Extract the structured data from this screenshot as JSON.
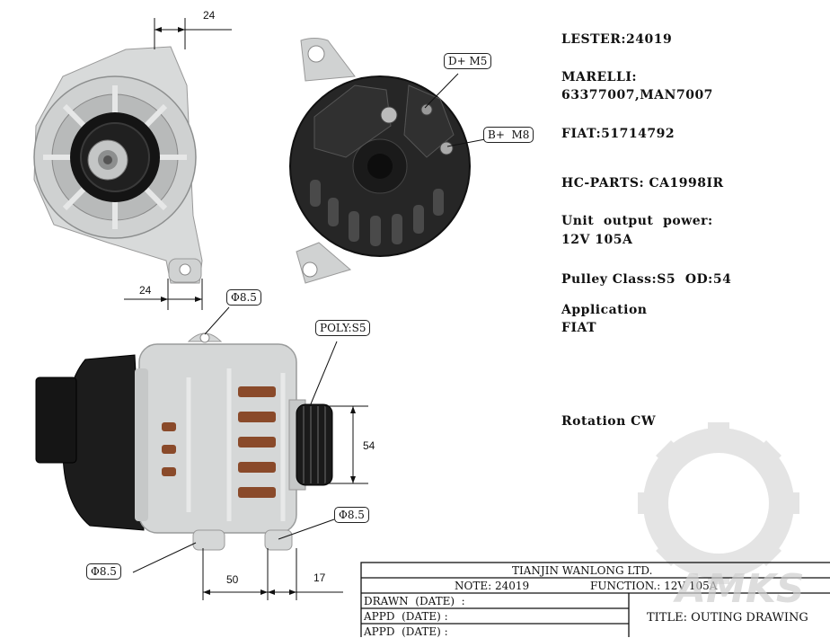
{
  "specs": {
    "lester": "LESTER:24019",
    "marelli_label": "MARELLI:",
    "marelli_values": "63377007,MAN7007",
    "fiat": "FIAT:51714792",
    "hc_parts": "HC-PARTS: CA1998IR",
    "unit_output_label": "Unit  output  power:",
    "unit_output_value": "12V 105A",
    "pulley": "Pulley Class:S5  OD:54",
    "application_label": "Application",
    "application_value": "FIAT",
    "rotation": "Rotation CW"
  },
  "callouts": {
    "d_plus": "D+ M5",
    "b_plus": "B+  M8",
    "phi_top": "Φ8.5",
    "poly": "POLY:S5",
    "phi_right": "Φ8.5",
    "phi_left": "Φ8.5"
  },
  "dimensions": {
    "top_24": "24",
    "mid_24": "24",
    "od_54": "54",
    "d_50": "50",
    "d_17": "17"
  },
  "title_block": {
    "company": "TIANJIN WANLONG LTD.",
    "note": "NOTE: 24019",
    "function": "FUNCTION.: 12V 105A",
    "drawn": "DRAWN  (DATE)  :",
    "appd1": "APPD  (DATE) :",
    "appd2": "APPD  (DATE) :",
    "title": "TITLE: OUTING DRAWING"
  },
  "watermark": "AMKS",
  "colors": {
    "aluminum": "#d4d6d6",
    "black_housing": "#1f1f1f",
    "copper": "#8a4a2a",
    "watermark": "#d9d9d9"
  }
}
